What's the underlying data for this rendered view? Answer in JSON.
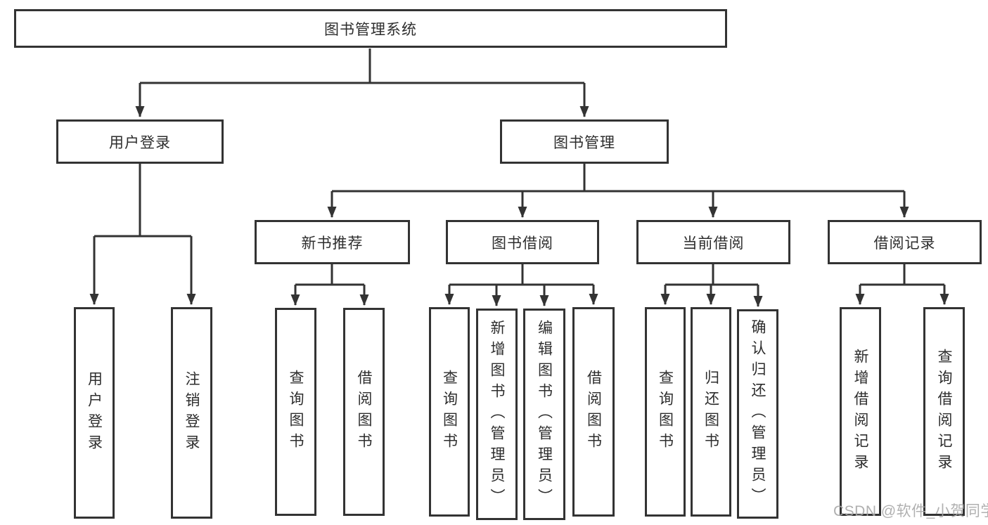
{
  "tree": {
    "label": "图书管理系统",
    "children": [
      {
        "label": "用户登录",
        "children": [
          {
            "label": "用户登录"
          },
          {
            "label": "注销登录"
          }
        ]
      },
      {
        "label": "图书管理",
        "children": [
          {
            "label": "新书推荐",
            "children": [
              {
                "label": "查询图书"
              },
              {
                "label": "借阅图书"
              }
            ]
          },
          {
            "label": "图书借阅",
            "children": [
              {
                "label": "查询图书"
              },
              {
                "label": "新增图书（管理员）"
              },
              {
                "label": "编辑图书（管理员）"
              },
              {
                "label": "借阅图书"
              }
            ]
          },
          {
            "label": "当前借阅",
            "children": [
              {
                "label": "查询图书"
              },
              {
                "label": "归还图书"
              },
              {
                "label": "确认归还（管理员）"
              }
            ]
          },
          {
            "label": "借阅记录",
            "children": [
              {
                "label": "新增借阅记录"
              },
              {
                "label": "查询借阅记录"
              }
            ]
          }
        ]
      }
    ]
  },
  "watermark": {
    "text": "CSDN @软件_小贺同学"
  },
  "colors": {
    "line": "#333333",
    "text": "#2d2d2d",
    "watermark": "#a8a8a8",
    "background": "#ffffff"
  }
}
